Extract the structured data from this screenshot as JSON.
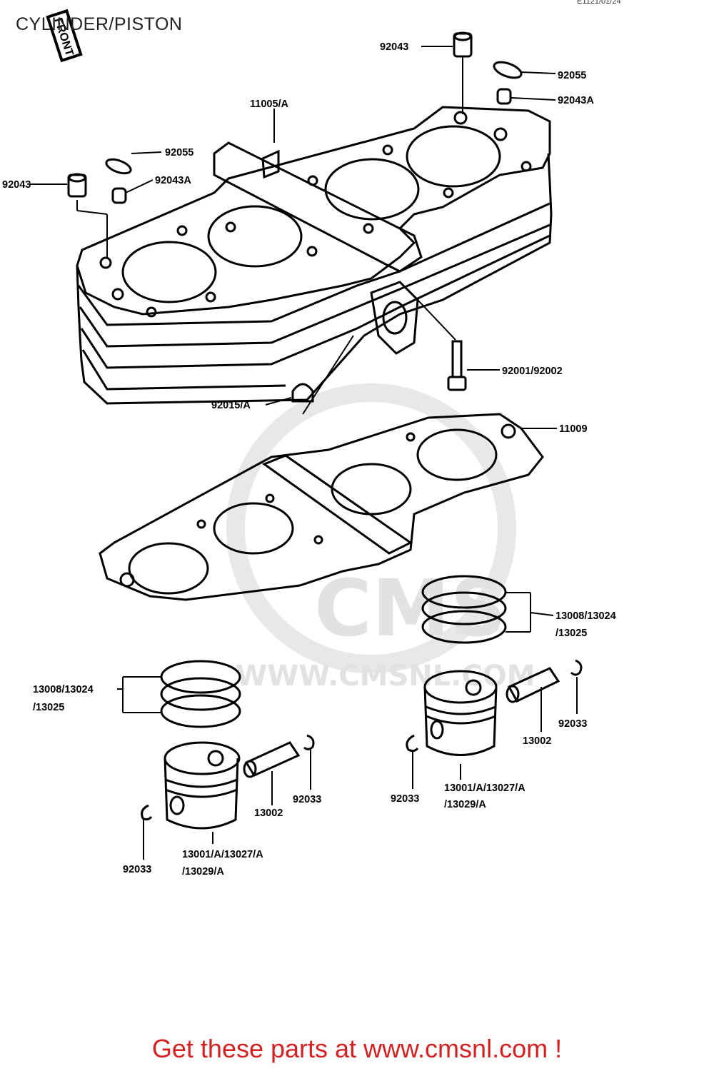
{
  "header": {
    "title": "CYLINDER/PISTON",
    "code": "E1121/01/24"
  },
  "front_stamp": "FRONT",
  "watermark": {
    "brand": "CMS",
    "url": "WWW.CMSNL.COM"
  },
  "callouts": {
    "c92043_top": "92043",
    "c92055_top": "92055",
    "c92043a_top": "92043A",
    "c11005": "11005/A",
    "c92055_left": "92055",
    "c92043_left": "92043",
    "c92043a_left": "92043A",
    "c92001": "92001/92002",
    "c92015": "92015/A",
    "c11009": "11009",
    "rings_right_1": "13008/13024",
    "rings_right_2": "/13025",
    "rings_left_1": "13008/13024",
    "rings_left_2": "/13025",
    "clip_right_a": "92033",
    "pin_right": "13002",
    "clip_right_b": "92033",
    "piston_right_1": "13001/A/13027/A",
    "piston_right_2": "/13029/A",
    "pin_left": "13002",
    "clip_left_a": "92033",
    "clip_left_b": "92033",
    "piston_left_1": "13001/A/13027/A",
    "piston_left_2": "/13029/A"
  },
  "footer": {
    "text": "Get these parts at www.cmsnl.com !"
  },
  "colors": {
    "footer": "#d42020",
    "line": "#000000",
    "watermark": "#e2e2e2"
  }
}
